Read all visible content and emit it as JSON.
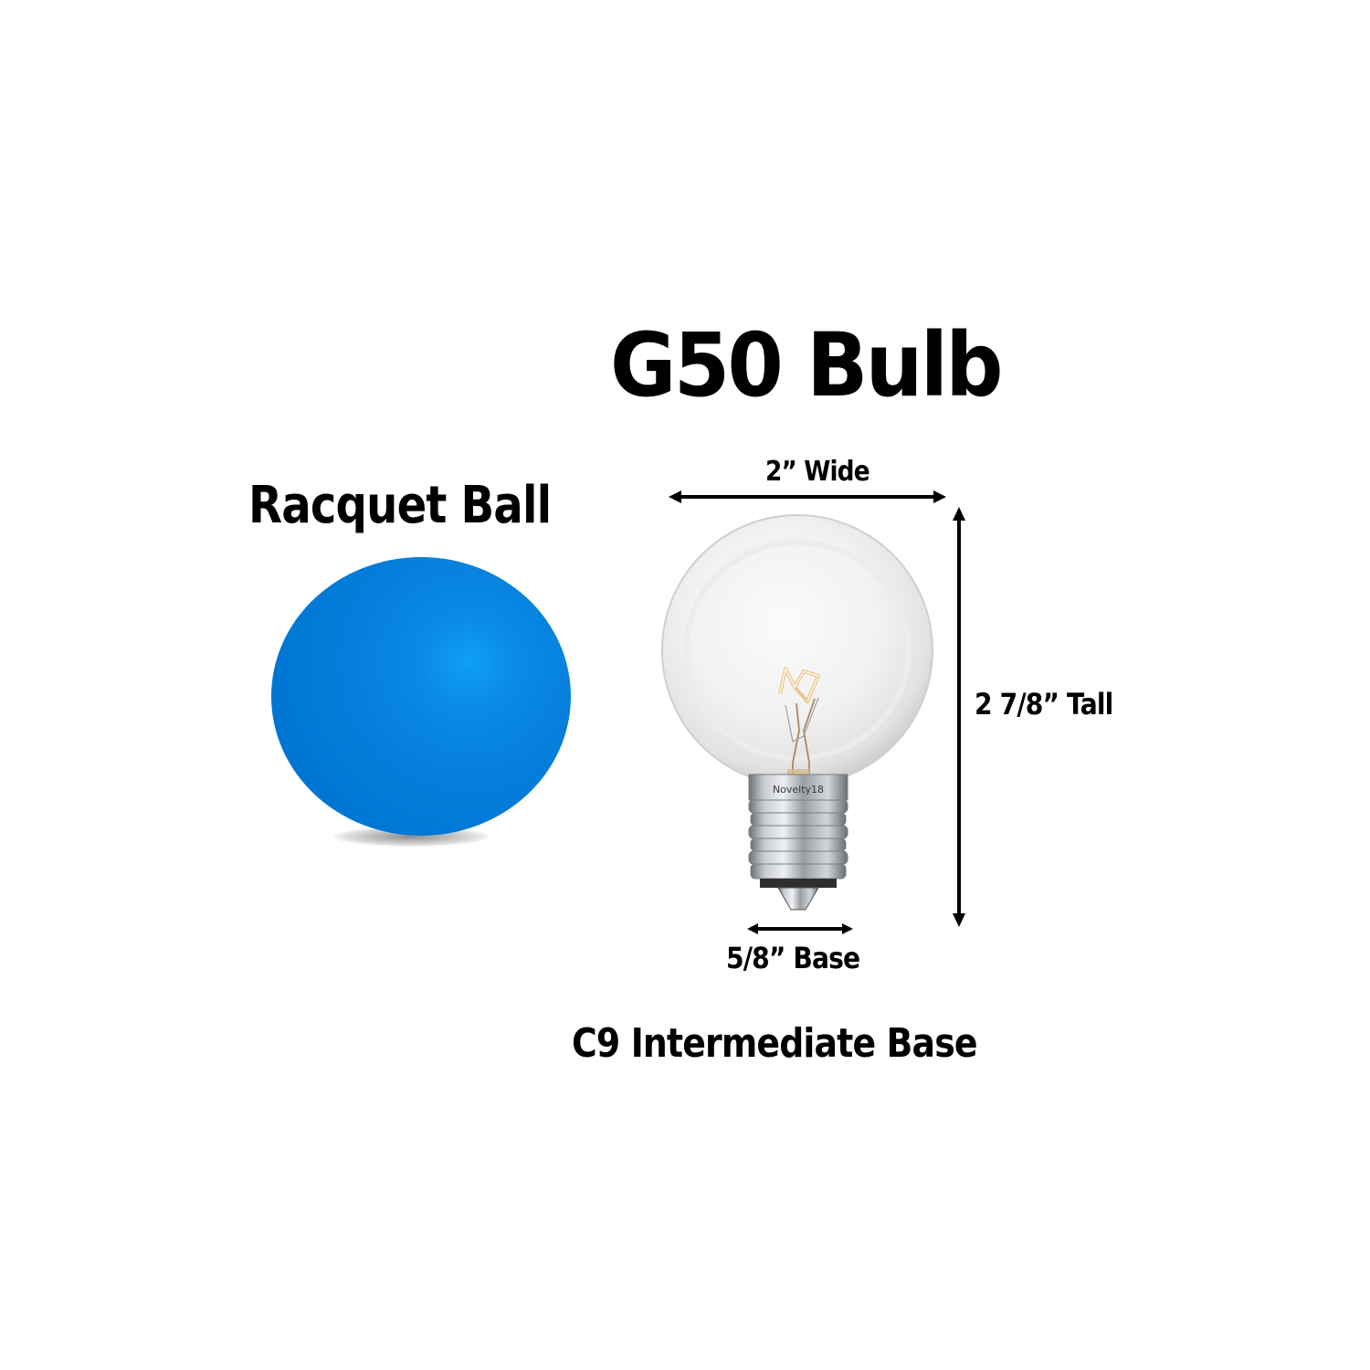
{
  "title": "G50 Bulb",
  "comparison": {
    "label": "Racquet Ball",
    "ball_color": "#0680dd",
    "highlight_color": "#0fa0f5"
  },
  "bulb": {
    "base_imprint": "Novelty18",
    "glass_color": "#f2f2f2",
    "metal_color": "#b8bcc0"
  },
  "dimensions": {
    "width": "2” Wide",
    "height": "2 7/8” Tall",
    "base_width": "5/8” Base"
  },
  "base_type": "C9 Intermediate Base"
}
